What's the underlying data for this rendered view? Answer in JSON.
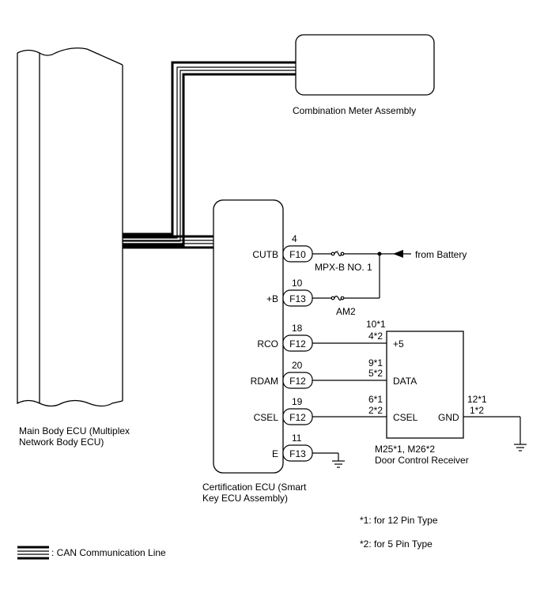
{
  "components": {
    "main_body_ecu": [
      "Main Body ECU (Multiplex",
      "Network Body ECU)"
    ],
    "combination_meter": "Combination Meter Assembly",
    "certification_ecu": [
      "Certification ECU (Smart",
      "Key ECU Assembly)"
    ],
    "door_control_receiver": [
      "M25*1, M26*2",
      "Door Control Receiver"
    ]
  },
  "cert_pins": [
    {
      "signal": "CUTB",
      "pin": "4",
      "connector": "F10"
    },
    {
      "signal": "+B",
      "pin": "10",
      "connector": "F13"
    },
    {
      "signal": "RCO",
      "pin": "18",
      "connector": "F12"
    },
    {
      "signal": "RDAM",
      "pin": "20",
      "connector": "F12"
    },
    {
      "signal": "CSEL",
      "pin": "19",
      "connector": "F12"
    },
    {
      "signal": "E",
      "pin": "11",
      "connector": "F13"
    }
  ],
  "fuses": {
    "mpx": "MPX-B NO. 1",
    "am2": "AM2"
  },
  "battery_label": "from Battery",
  "receiver_pins": [
    {
      "signal": "+5",
      "pin_a": "10*1",
      "pin_b": "4*2"
    },
    {
      "signal": "DATA",
      "pin_a": "9*1",
      "pin_b": "5*2"
    },
    {
      "signal": "CSEL",
      "pin_a": "6*1",
      "pin_b": "2*2"
    },
    {
      "signal": "GND",
      "pin_a": "12*1",
      "pin_b": "1*2"
    }
  ],
  "notes": [
    "*1: for 12 Pin Type",
    "*2: for 5 Pin Type"
  ],
  "legend": ": CAN Communication Line"
}
